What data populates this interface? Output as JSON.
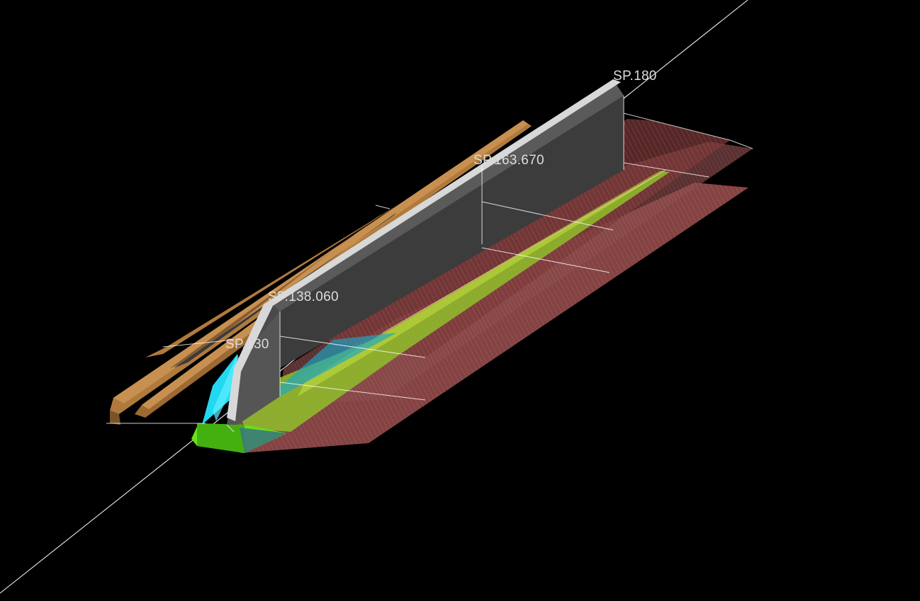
{
  "stations": [
    {
      "id": "sp130",
      "label": "SP.130"
    },
    {
      "id": "sp138",
      "label": "SP.138.060"
    },
    {
      "id": "sp163",
      "label": "SP.163.670"
    },
    {
      "id": "sp180",
      "label": "SP.180"
    }
  ],
  "colors": {
    "background": "#000000",
    "line": "#ffffff",
    "retaining_wall_top": "#b07a3c",
    "retaining_wall_side": "#7a5428",
    "barrier_face": "#5a5a5a",
    "barrier_top": "#d8d8d8",
    "slope_surface": "#c86e6e",
    "channel": "#8fbf2a",
    "channel_bright": "#66e01a",
    "water": "#22d8f0",
    "label": "#dddddd"
  }
}
